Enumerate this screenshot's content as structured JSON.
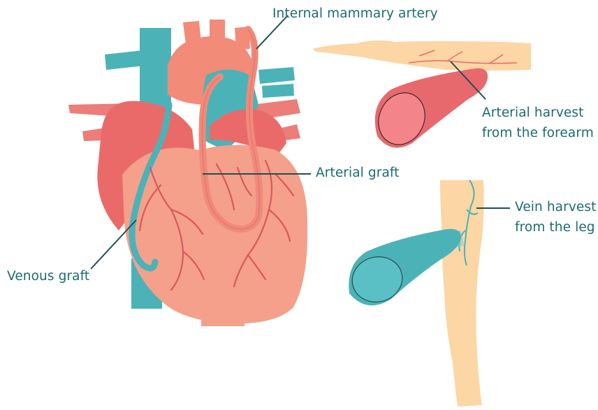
{
  "labels": {
    "internal_mammary_artery": "Internal mammary artery",
    "arterial_graft": "Arterial graft",
    "venous_graft": "Venous graft",
    "arterial_harvest_line1": "Arterial harvest",
    "arterial_harvest_line2": "from the forearm",
    "vein_harvest_line1": "Vein harvest",
    "vein_harvest_line2": "from the leg"
  },
  "colors": {
    "label_text": "#1c6b73",
    "leader_line": "#1f4f57",
    "heart_main": "#f4a08a",
    "heart_red": "#ea6a6a",
    "vessel_teal": "#4bb3b8",
    "skin": "#fcd6a4",
    "artery_red": "#e8696d"
  }
}
